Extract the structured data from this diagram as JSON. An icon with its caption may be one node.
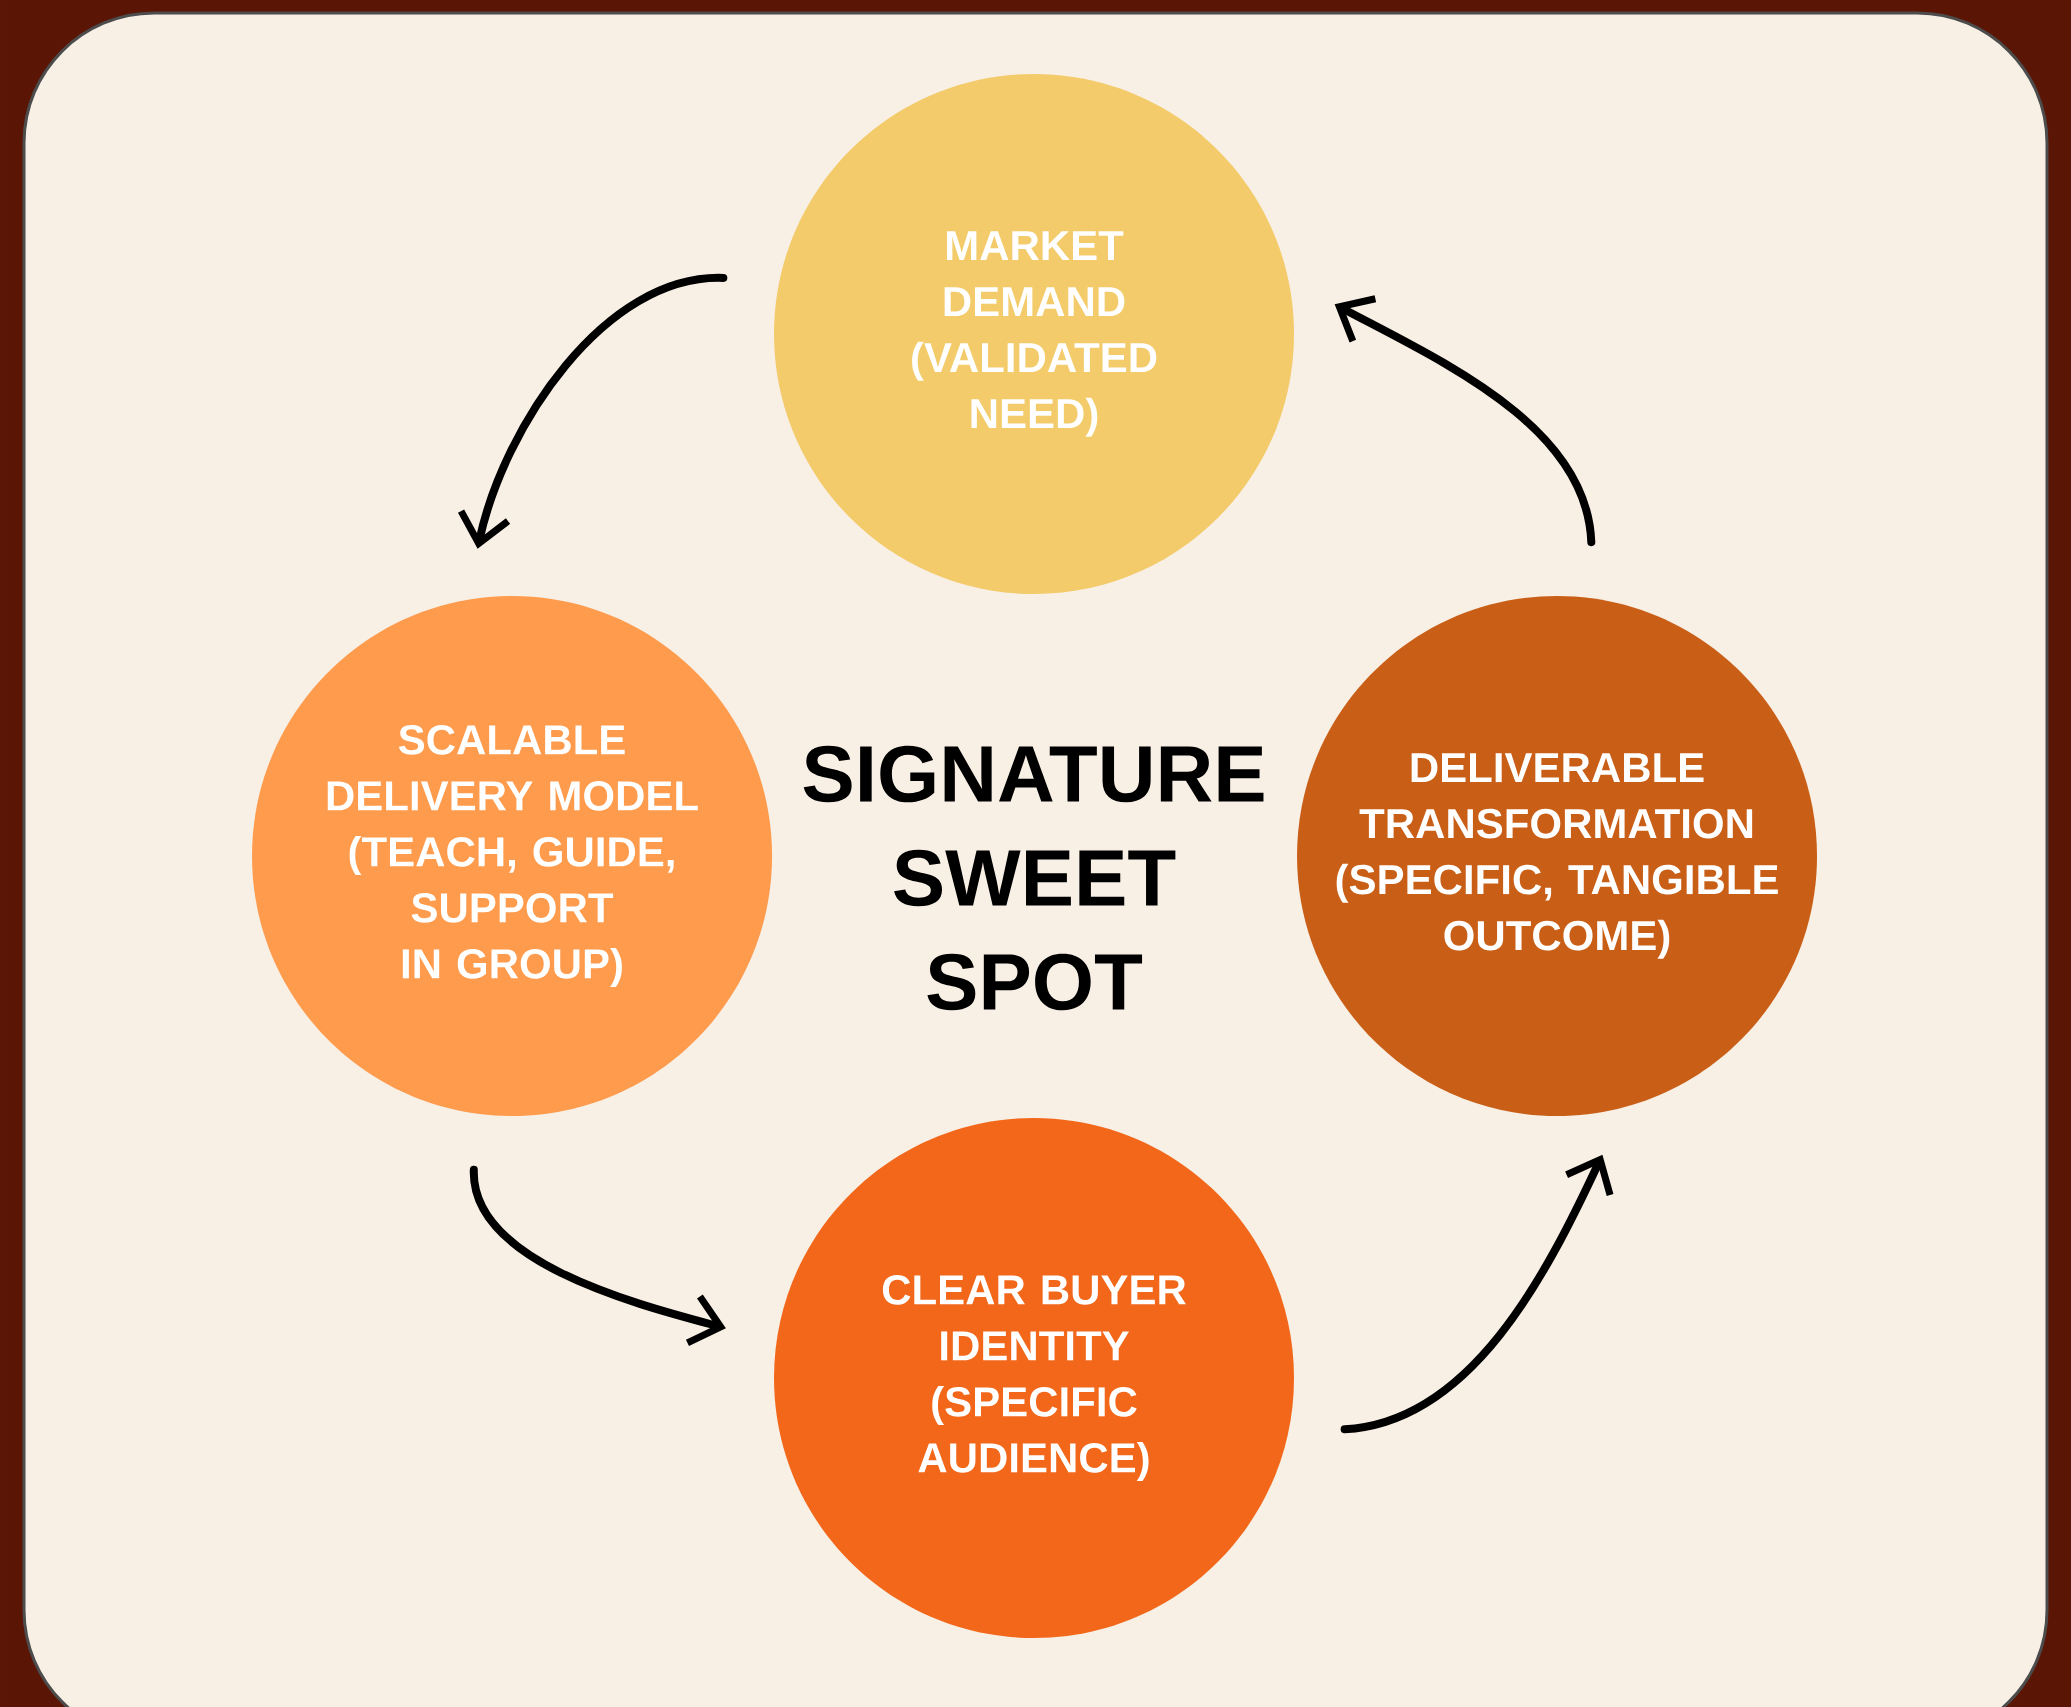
{
  "diagram": {
    "title": "SIGNATURE SWEET SPOT",
    "nodes": [
      {
        "text": [
          "MARKET DEMAND (VALIDATED NEED)"
        ]
      },
      {
        "text": [
          "SCALABLE DELIVERY MODEL (TEACH, GUIDE, SUPPORT IN GROUP)"
        ]
      },
      {
        "text": [
          "DELIVERABLE TRANSFORMATION (SPECIFIC, TANGIBLE OUTCOME)"
        ]
      },
      {
        "text": [
          "CLEAR BUYER IDENTITY (SPECIFIC AUDIENCE)"
        ]
      }
    ],
    "edges": [
      {
        "from": 0,
        "to": 1,
        "arrow": "to"
      },
      {
        "from": 1,
        "to": 3,
        "arrow": "to"
      },
      {
        "from": 3,
        "to": 2,
        "arrow": "to"
      },
      {
        "from": 2,
        "to": 0,
        "arrow": "to"
      }
    ]
  }
}
